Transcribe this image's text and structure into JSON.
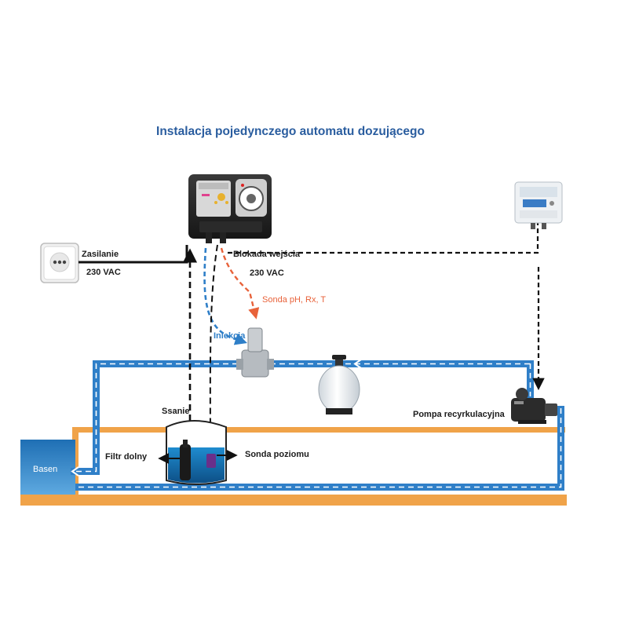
{
  "diagram": {
    "title": "Instalacja pojedynczego automatu dozującego",
    "labels": {
      "power": "Zasilanie",
      "power_voltage": "230 VAC",
      "input_lock": "Blokada wejścia",
      "input_lock_voltage": "230 VAC",
      "probe": "Sonda pH, Rx, T",
      "injection": "Iniekcja",
      "suction": "Ssanie",
      "bottom_filter": "Filtr dolny",
      "level_probe": "Sonda poziomu",
      "pool": "Basen",
      "recirculation_pump": "Pompa recyrkulacyjna"
    },
    "colors": {
      "title": "#2a5d9f",
      "pipe_blue": "#2f7fc8",
      "pipe_orange": "#f0a349",
      "probe_arrow": "#e8623a",
      "pool_water": "#3c8fd0"
    },
    "icons": [
      "power-socket-icon",
      "dosing-unit-icon",
      "control-box-icon",
      "injection-valve-icon",
      "sand-filter-icon",
      "pump-icon",
      "chemical-tank-icon"
    ]
  }
}
